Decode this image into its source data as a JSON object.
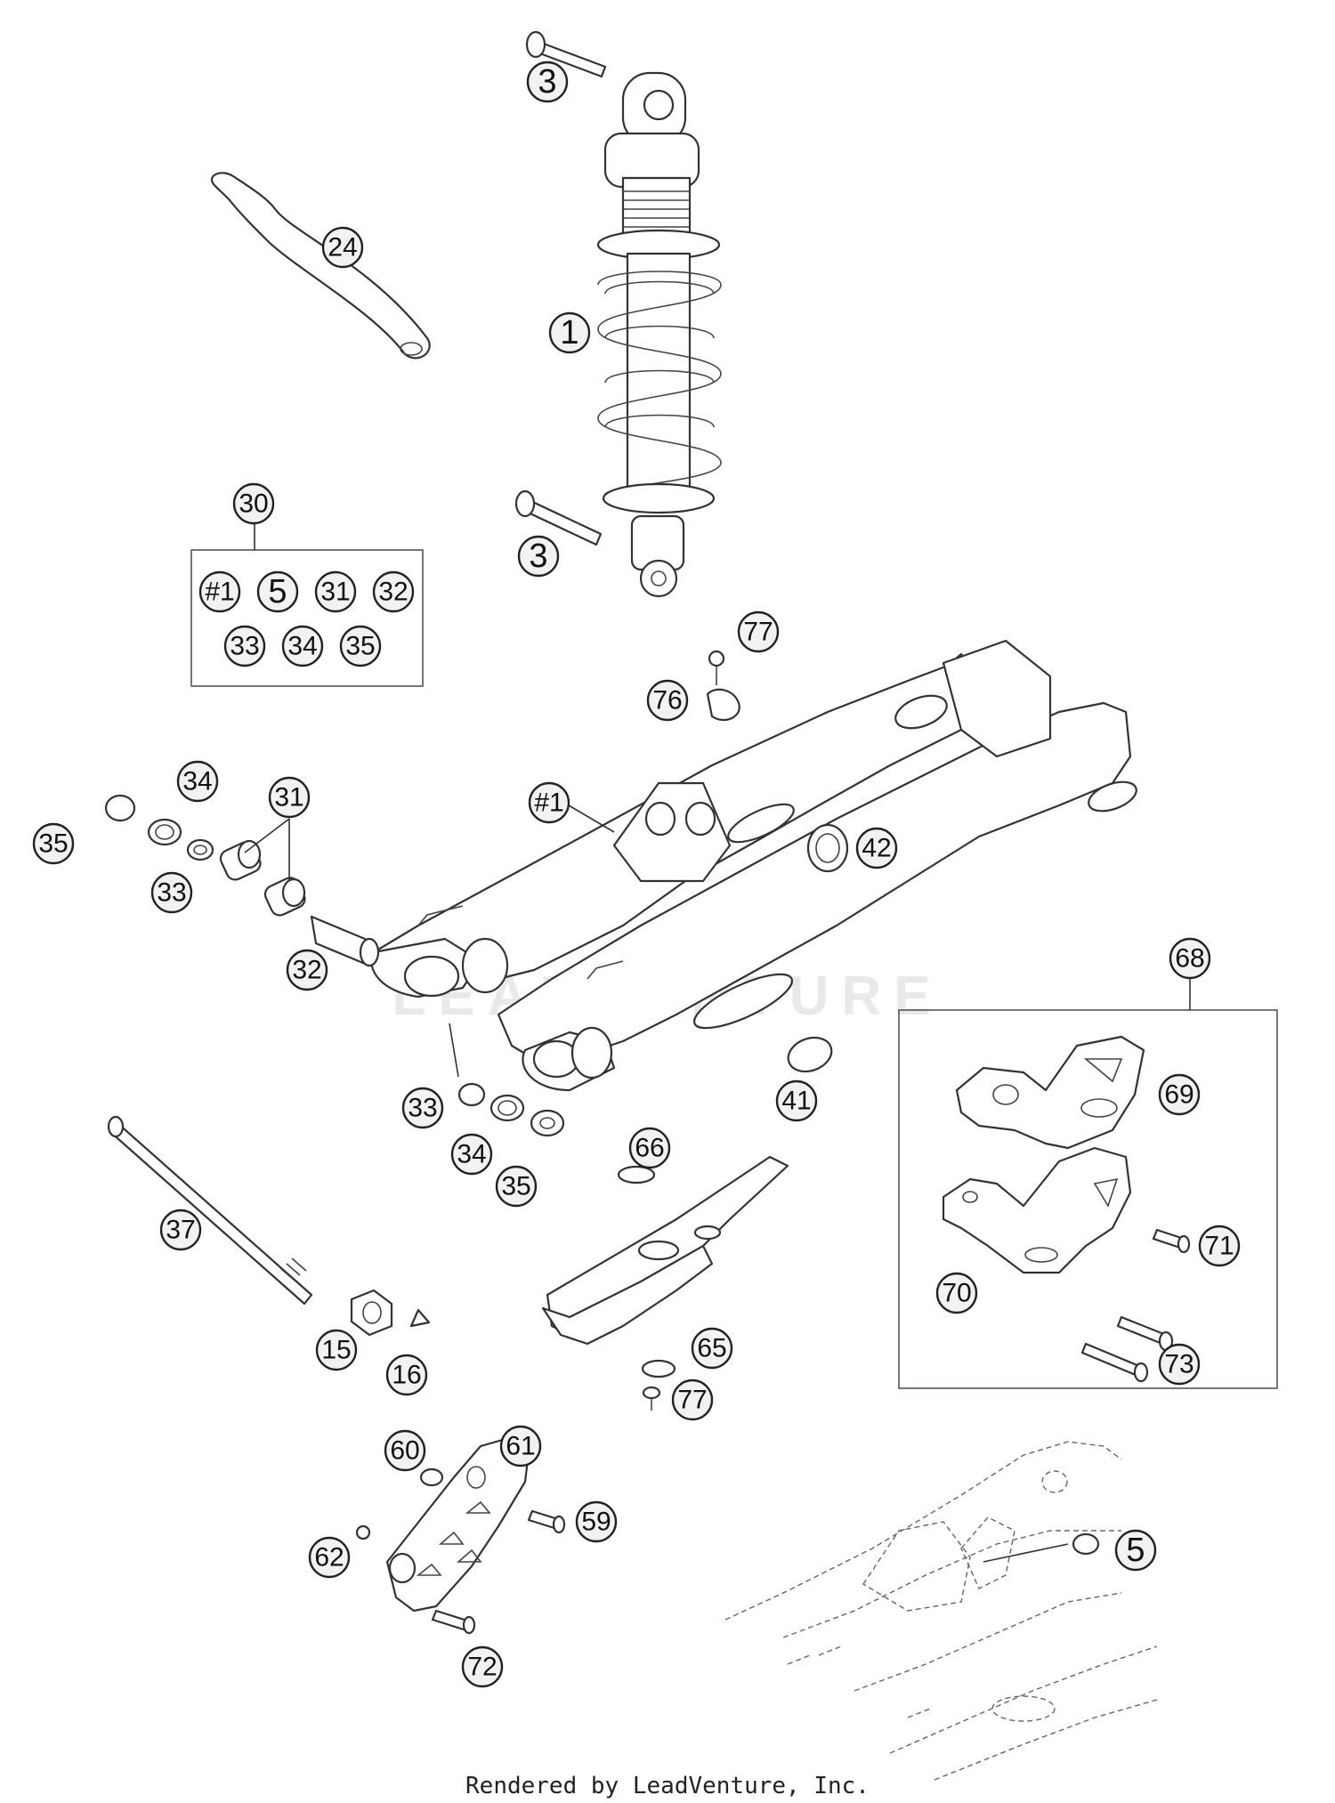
{
  "watermark": "LEADVENTURE",
  "footer": "Rendered by LeadVenture, Inc.",
  "callouts": [
    {
      "id": "c1",
      "label": "1"
    },
    {
      "id": "c3a",
      "label": "3"
    },
    {
      "id": "c3b",
      "label": "3"
    },
    {
      "id": "c24",
      "label": "24"
    },
    {
      "id": "c30",
      "label": "30"
    },
    {
      "id": "k30_1",
      "label": "#1"
    },
    {
      "id": "k30_5",
      "label": "5"
    },
    {
      "id": "k30_31",
      "label": "31"
    },
    {
      "id": "k30_32",
      "label": "32"
    },
    {
      "id": "k30_33",
      "label": "33"
    },
    {
      "id": "k30_34",
      "label": "34"
    },
    {
      "id": "k30_35",
      "label": "35"
    },
    {
      "id": "c77a",
      "label": "77"
    },
    {
      "id": "c76",
      "label": "76"
    },
    {
      "id": "c34a",
      "label": "34"
    },
    {
      "id": "c35a",
      "label": "35"
    },
    {
      "id": "c31",
      "label": "31"
    },
    {
      "id": "c33a",
      "label": "33"
    },
    {
      "id": "c32",
      "label": "32"
    },
    {
      "id": "cH1",
      "label": "#1"
    },
    {
      "id": "c42",
      "label": "42"
    },
    {
      "id": "c68",
      "label": "68"
    },
    {
      "id": "c69",
      "label": "69"
    },
    {
      "id": "c41",
      "label": "41"
    },
    {
      "id": "c33b",
      "label": "33"
    },
    {
      "id": "c34b",
      "label": "34"
    },
    {
      "id": "c35b",
      "label": "35"
    },
    {
      "id": "c66",
      "label": "66"
    },
    {
      "id": "c37",
      "label": "37"
    },
    {
      "id": "c71",
      "label": "71"
    },
    {
      "id": "c70",
      "label": "70"
    },
    {
      "id": "c15",
      "label": "15"
    },
    {
      "id": "c16",
      "label": "16"
    },
    {
      "id": "c65",
      "label": "65"
    },
    {
      "id": "c73",
      "label": "73"
    },
    {
      "id": "c77b",
      "label": "77"
    },
    {
      "id": "c60",
      "label": "60"
    },
    {
      "id": "c61",
      "label": "61"
    },
    {
      "id": "c59",
      "label": "59"
    },
    {
      "id": "c62",
      "label": "62"
    },
    {
      "id": "c5",
      "label": "5"
    },
    {
      "id": "c72",
      "label": "72"
    }
  ]
}
